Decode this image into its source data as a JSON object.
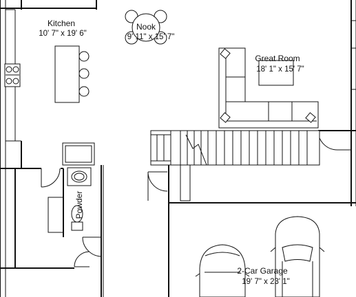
{
  "rooms": {
    "kitchen": {
      "name": "Kitchen",
      "dims": "10' 7\" x 19' 6\""
    },
    "nook": {
      "name": "Nook",
      "dims": "9' 11\" x 15' 7\""
    },
    "great_room": {
      "name": "Great Room",
      "dims": "18' 1\" x 15' 7\""
    },
    "powder": {
      "name": "Powder"
    },
    "garage": {
      "name": "2-Car Garage",
      "dims": "19' 7\" x 23' 1\""
    }
  }
}
